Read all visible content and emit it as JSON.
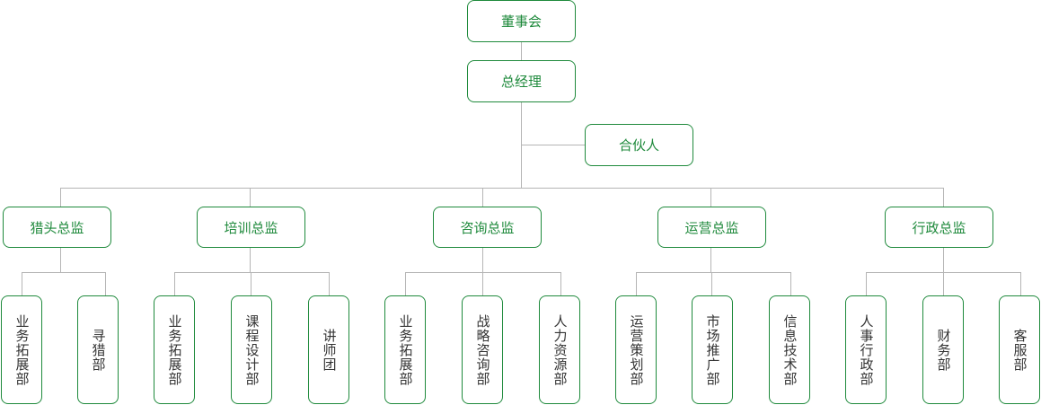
{
  "org": {
    "board": "董事会",
    "gm": "总经理",
    "partner": "合伙人",
    "directors": [
      {
        "title": "猎头总监",
        "depts": [
          "业务拓展部",
          "寻猎部"
        ]
      },
      {
        "title": "培训总监",
        "depts": [
          "业务拓展部",
          "课程设计部",
          "讲师团"
        ]
      },
      {
        "title": "咨询总监",
        "depts": [
          "业务拓展部",
          "战略咨询部",
          "人力资源部"
        ]
      },
      {
        "title": "运营总监",
        "depts": [
          "运营策划部",
          "市场推广部",
          "信息技术部"
        ]
      },
      {
        "title": "行政总监",
        "depts": [
          "人事行政部",
          "财务部",
          "客服部"
        ]
      }
    ]
  },
  "colors": {
    "accent": "#1f8a3c",
    "line": "#b5b5b5",
    "dept_text": "#333333"
  }
}
